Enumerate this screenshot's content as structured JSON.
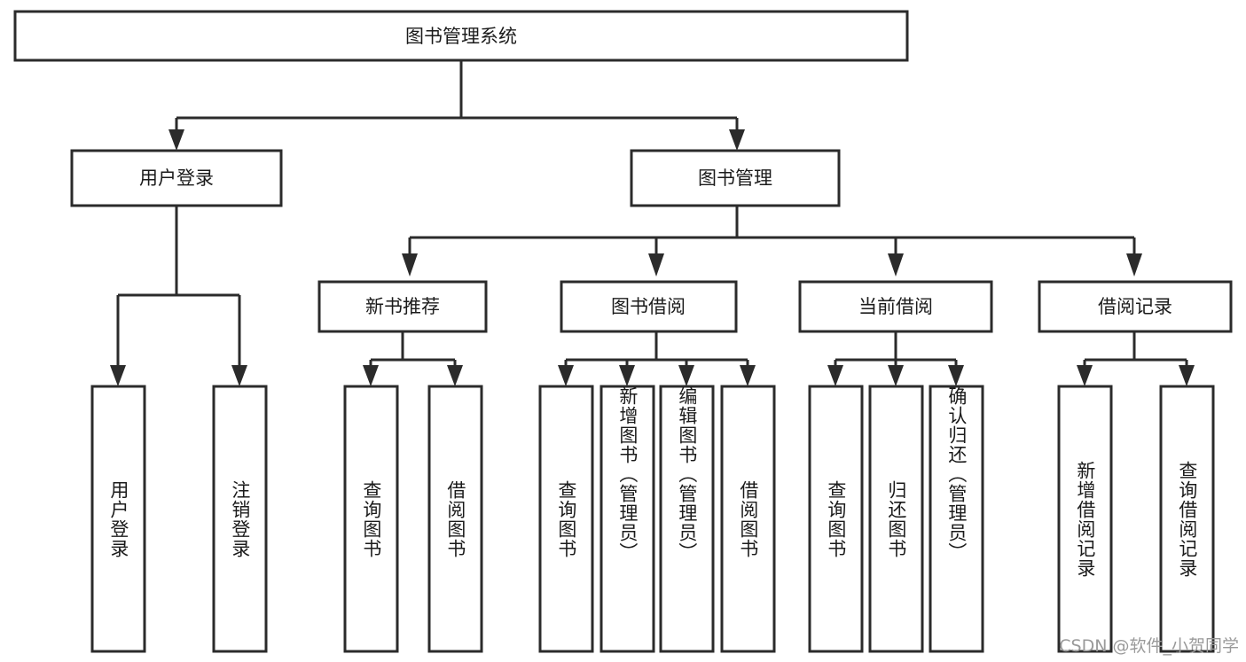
{
  "diagram": {
    "type": "hierarchy-tree",
    "title": "图书管理系统",
    "orientation": "top-down",
    "levels": 4,
    "root": {
      "id": "root",
      "label": "图书管理系统"
    },
    "level2": [
      {
        "id": "user-login",
        "label": "用户登录"
      },
      {
        "id": "book-management",
        "label": "图书管理"
      }
    ],
    "level3": [
      {
        "id": "new-book-recommend",
        "label": "新书推荐",
        "parent": "book-management"
      },
      {
        "id": "book-borrow",
        "label": "图书借阅",
        "parent": "book-management"
      },
      {
        "id": "current-borrow",
        "label": "当前借阅",
        "parent": "book-management"
      },
      {
        "id": "borrow-record",
        "label": "借阅记录",
        "parent": "book-management"
      }
    ],
    "leaves": {
      "user-login": [
        {
          "id": "leaf-user-login",
          "label": "用户登录"
        },
        {
          "id": "leaf-user-logout",
          "label": "注销登录"
        }
      ],
      "new-book-recommend": [
        {
          "id": "leaf-query-book-1",
          "label": "查询图书"
        },
        {
          "id": "leaf-borrow-book-1",
          "label": "借阅图书"
        }
      ],
      "book-borrow": [
        {
          "id": "leaf-query-book-2",
          "label": "查询图书"
        },
        {
          "id": "leaf-add-book",
          "label": "新增图书（管理员）"
        },
        {
          "id": "leaf-edit-book",
          "label": "编辑图书（管理员）"
        },
        {
          "id": "leaf-borrow-book-2",
          "label": "借阅图书"
        }
      ],
      "current-borrow": [
        {
          "id": "leaf-query-book-3",
          "label": "查询图书"
        },
        {
          "id": "leaf-return-book",
          "label": "归还图书"
        },
        {
          "id": "leaf-confirm-return",
          "label": "确认归还（管理员）"
        }
      ],
      "borrow-record": [
        {
          "id": "leaf-add-record",
          "label": "新增借阅记录"
        },
        {
          "id": "leaf-query-record",
          "label": "查询借阅记录"
        }
      ]
    }
  },
  "watermark": {
    "text": "CSDN @软件_小贺同学"
  },
  "colors": {
    "stroke": "#2b2b2b",
    "fill": "#ffffff",
    "text": "#1b1b1b",
    "watermark": "#9a9a9a",
    "background": "#ffffff"
  }
}
